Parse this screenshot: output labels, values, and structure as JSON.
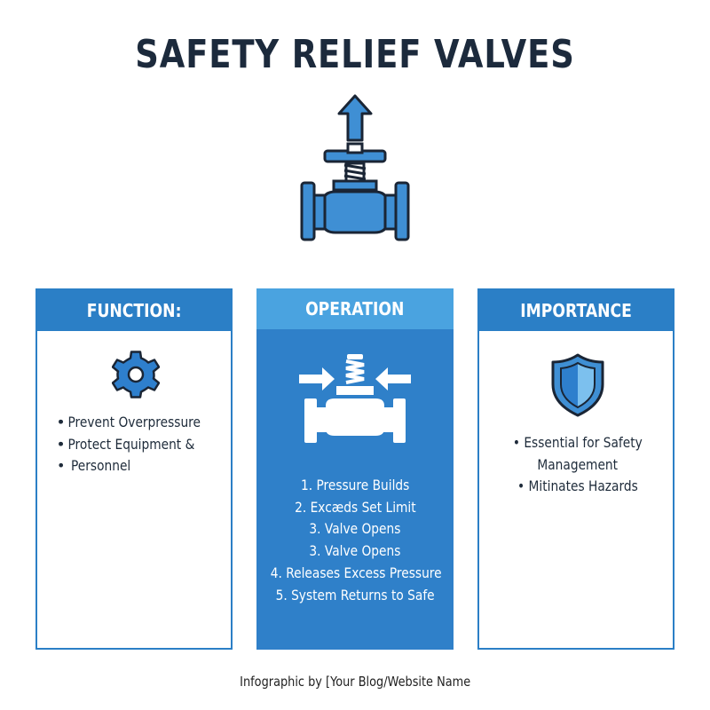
{
  "title": "SAFETY RELIEF VALVES",
  "hero_icon": "relief-valve-icon",
  "colors": {
    "primary": "#2b7fc6",
    "operation_fill": "#2f80c9",
    "operation_header": "#4aa3e0",
    "title": "#1c2a3c",
    "icon_fill": "#3f8fd4",
    "icon_stroke": "#1a2535"
  },
  "cards": {
    "function": {
      "header": "FUNCTION:",
      "icon": "gear-icon",
      "items": [
        "• Prevent Overpressure",
        "• Protect Equipment &",
        "Personnel"
      ]
    },
    "operation": {
      "header": "OPERATION",
      "icon": "valve-pressure-icon",
      "steps": [
        "1. Pressure Builds",
        "2. Excæds Set Limit",
        "3. Valve Opens",
        "3. Valve Opens",
        "4. Releases Excess Pressure",
        "5. System Returns to Safe"
      ]
    },
    "importance": {
      "header": "IMPORTANCE",
      "icon": "shield-icon",
      "items": [
        "• Essential for Safety",
        "Management",
        "• Mitinates Hazards"
      ]
    }
  },
  "footer": "Infographic by [Your Blog/Website Name"
}
